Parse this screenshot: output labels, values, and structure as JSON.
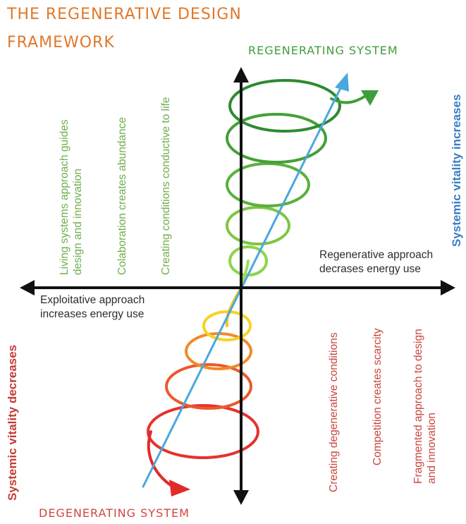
{
  "title": {
    "line1": "THE REGENERATIVE DESIGN",
    "line2": "FRAMEWORK"
  },
  "axes": {
    "top": "REGENERATING SYSTEM",
    "bottom": "DEGENERATING SYSTEM",
    "right_vertical": "Systemic vitality increases",
    "left_vertical": "Systemic vitality decreases",
    "right_horizontal": [
      "Regenerative approach",
      "decrases energy use"
    ],
    "left_horizontal": [
      "Exploitative approach",
      "increases energy use"
    ]
  },
  "upper_left_statements": [
    [
      "Living systems approach guides",
      "design and innovation"
    ],
    [
      "Colaboration creates abundance"
    ],
    [
      "Creating conditions conductive to life"
    ]
  ],
  "lower_right_statements": [
    [
      "Creating degenerative conditions"
    ],
    [
      "Competition creates scarcity"
    ],
    [
      "Fragmented approach to design",
      "and innovation"
    ]
  ],
  "colors": {
    "title": "#e0782a",
    "regenerating": "#3f9e3c",
    "degenerating": "#d2473e",
    "vitality_increase": "#3a7ec2",
    "vitality_decrease": "#c33b35",
    "trend_line": "#4aa8dc",
    "axis": "#111111"
  },
  "icons": {
    "spiral": "spiral-arrow",
    "trend": "diagonal-trend-arrow"
  }
}
